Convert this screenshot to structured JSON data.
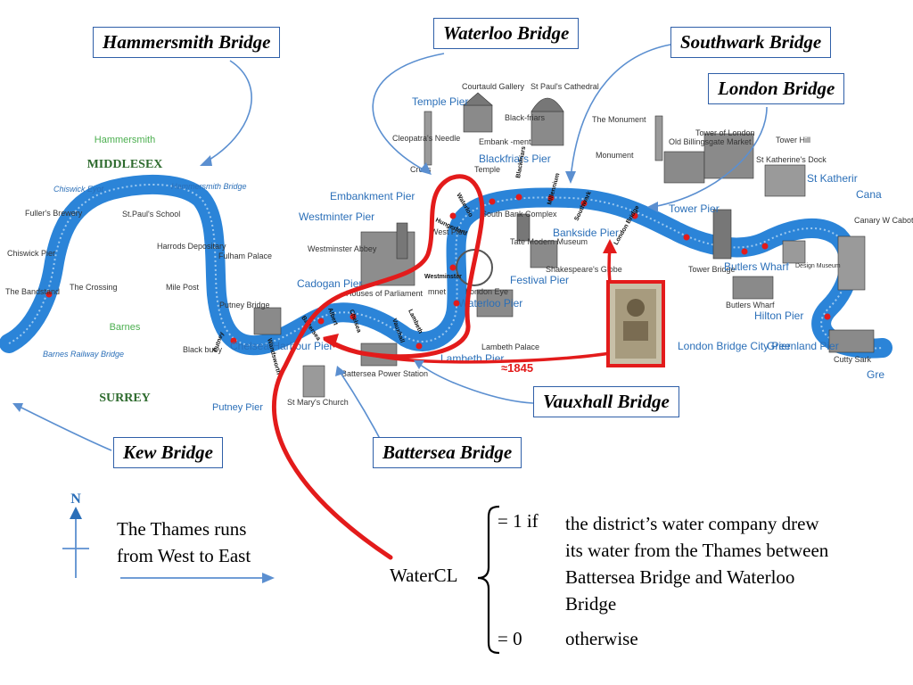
{
  "map_labels": {
    "areas": {
      "hammersmith": "Hammersmith",
      "middlesex": "MIDDLESEX",
      "barnes": "Barnes",
      "surrey": "SURREY"
    },
    "west": {
      "chiswick_eyot": "Chiswick Eyot",
      "hammersmith_bridge": "Hammersmith Bridge",
      "fullers_brewery": "Fuller's Brewery",
      "st_pauls_school": "St.Paul's School",
      "harrods_depositary": "Harrods Depositary",
      "chiswick_pier": "Chiswick Pier",
      "the_crossing": "The Crossing",
      "the_bandstand": "The Bandstand",
      "mile_post": "Mile Post",
      "barnes_railway_bridge": "Barnes Railway Bridge",
      "black_buoy": "Black buoy",
      "fulham_palace": "Fulham Palace",
      "putney_bridge": "Putney Bridge",
      "putney_pier": "Putney Pier"
    },
    "central": {
      "temple_pier": "Temple Pier",
      "courtauld_gallery": "Courtauld Gallery",
      "st_pauls_cathedral": "St Paul's Cathedral",
      "blackfriars": "Black-friars",
      "cleopatras_needle": "Cleopatra's Needle",
      "embankment": "Embank -ment",
      "blackfriars_pier": "Blackfriars Pier",
      "temple": "Temple",
      "charing_cross": "Cross",
      "embankment_pier": "Embankment Pier",
      "westminster_pier": "Westminter Pier",
      "westminster_abbey": "Westminster Abbey",
      "houses_of_parliament": "Houses of Parliament",
      "monument_label": "mnet",
      "south_bank_complex": "South Bank Complex",
      "tate_modern": "Tate Modern Museum",
      "bankside_pier": "Bankside Pier",
      "shakespeares_globe": "Shakespeare's Globe",
      "festival_pier": "Festival Pier",
      "london_eye": "London Eye",
      "waterloo_pier": "Waterloo Pier",
      "lambeth_palace": "Lambeth Palace",
      "lambeth_pier": "Lambeth Pier",
      "cadogan_pier": "Cadogan Pier",
      "chelsea_harbour_pier": "Chelsea Harbour Pier",
      "battersea_power_station": "Battersea Power Station",
      "st_marys_church": "St Mary's Church",
      "west_pier": "West Pier"
    },
    "bridges_on_river": {
      "waterloo": "Waterloo",
      "hungerford": "Hungerford",
      "blackfriars": "Blackfriars",
      "millennium": "Millennium",
      "southwark": "Southwark",
      "london_bridge": "London Bridge",
      "westminster": "Westminster",
      "lambeth": "Lambeth",
      "vauxhall": "Vauxhall",
      "chelsea": "Chelsea",
      "albert": "Albert",
      "battersea": "Battersea",
      "wandsworth": "Wandsworth",
      "putney": "Putney"
    },
    "east": {
      "the_monument": "The Monument",
      "tower_of_london": "Tower of London",
      "tower_hill": "Tower Hill",
      "monument": "Monument",
      "old_billingsgate_market": "Old Billingsgate Market",
      "st_katherines_dock": "St Katherine's Dock",
      "st_katherine": "St Katherir",
      "canary": "Cana",
      "tower_pier": "Tower Pier",
      "canary_wharf_cabot": "Canary W Cabot Sq",
      "tower_bridge": "Tower Bridge",
      "butlers_wharf": "Butlers Wharf",
      "design_museum": "Design Museum",
      "butlers_wharf_small": "Butlers Wharf",
      "hilton_pier": "Hilton Pier",
      "greenland_pier": "Greenland Pier",
      "london_bridge_city_pier": "London Bridge City Pier",
      "cutty_sark": "Cutty Sark",
      "greenwich": "Gre"
    },
    "stamp_year": "≈1845"
  },
  "callouts": {
    "hammersmith_bridge": "Hammersmith Bridge",
    "waterloo_bridge": "Waterloo Bridge",
    "southwark_bridge": "Southwark Bridge",
    "london_bridge": "London Bridge",
    "vauxhall_bridge": "Vauxhall Bridge",
    "kew_bridge": "Kew Bridge",
    "battersea_bridge": "Battersea Bridge"
  },
  "compass": {
    "north": "N"
  },
  "thames_note": {
    "line1": "The Thames runs",
    "line2": "from West to East"
  },
  "definition": {
    "variable": "WaterCL",
    "case1_value": "= 1 if",
    "case1_text": [
      "the district’s water company drew",
      "its water from the Thames between",
      "Battersea Bridge and Waterloo",
      "Bridge"
    ],
    "case2_value": "= 0",
    "case2_text": "otherwise"
  },
  "colors": {
    "river": "#2b84d8",
    "highlight": "#e31b1b",
    "callout_border": "#2f5fa8",
    "arrow": "#5b8fd0",
    "area_green": "#4caf50",
    "area_dark": "#2e6b2e"
  }
}
